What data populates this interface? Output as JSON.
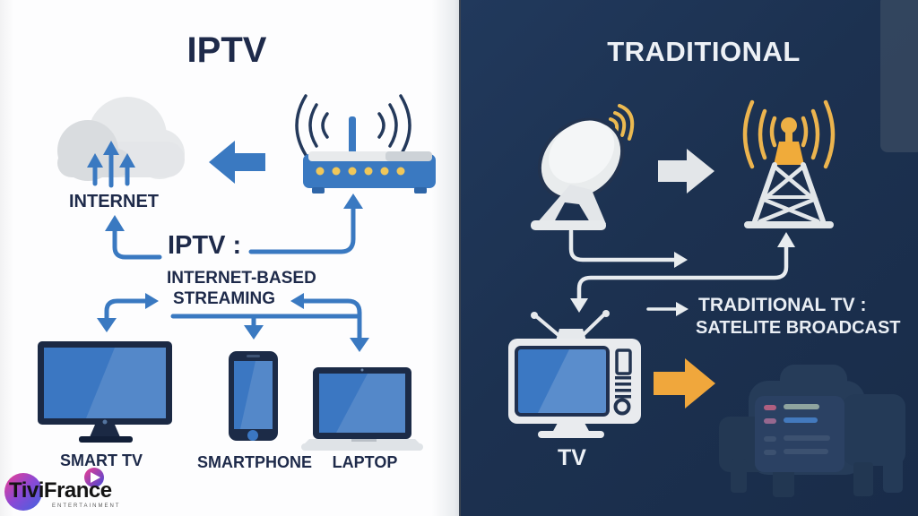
{
  "left_panel": {
    "title": "IPTV",
    "internet_label": "INTERNET",
    "caption": {
      "line1": "IPTV :",
      "line2": "INTERNET-BASED",
      "line3": "STREAMING"
    },
    "devices": [
      {
        "label": "SMART TV"
      },
      {
        "label": "SMARTPHONE"
      },
      {
        "label": "LAPTOP"
      }
    ]
  },
  "right_panel": {
    "title": "TRADITIONAL",
    "tv_label": "TV",
    "caption": {
      "line1": "TRADITIONAL TV :",
      "line2": "SATELITE BROADCAST"
    }
  },
  "logo": {
    "brand": "TiviFrance",
    "tagline": "ENTERTAINMENT"
  },
  "colors": {
    "left_background": "#fcfcfd",
    "right_background": "#1c3150",
    "accent_blue": "#3a79c1",
    "navy_text": "#1e2a4a",
    "white_text": "#edf1f6",
    "yellow_accent": "#efae3e",
    "icon_light_gray": "#e7eaec"
  },
  "icons": [
    "cloud-icon",
    "router-icon",
    "wifi-waves-icon",
    "flow-arrow-left",
    "smart-tv-icon",
    "smartphone-icon",
    "laptop-icon",
    "satellite-dish-icon",
    "broadcast-tower-icon",
    "flow-arrow-right",
    "retro-tv-icon",
    "flow-arrow-yellow",
    "play-button-icon",
    "logo-gradient-circle"
  ]
}
